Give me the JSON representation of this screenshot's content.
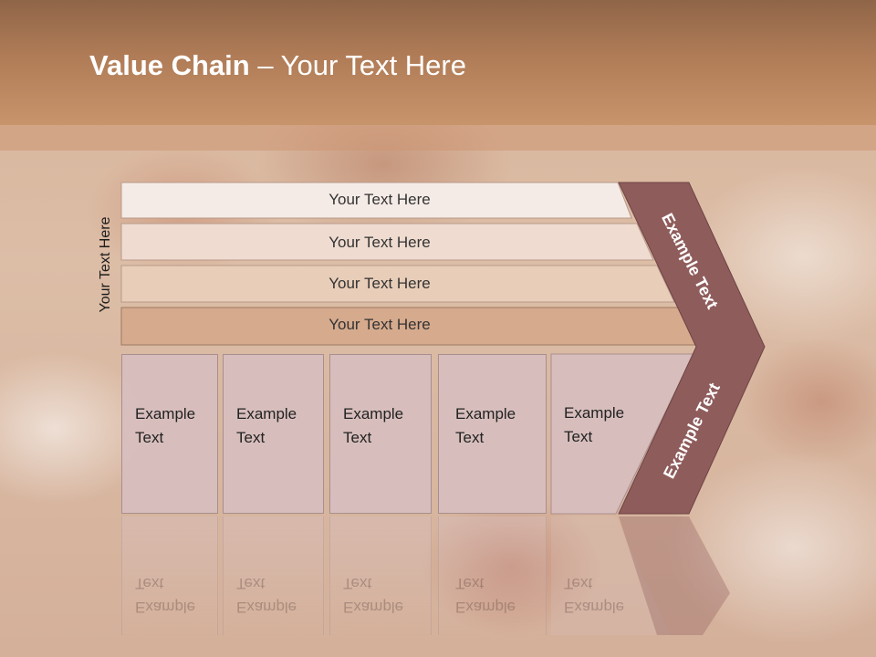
{
  "slide": {
    "title_bold": "Value Chain",
    "title_rest": " – Your Text Here",
    "vertical_label": "Your Text Here"
  },
  "support_rows": [
    {
      "label": "Your Text Here",
      "fill": "#f5ebe6"
    },
    {
      "label": "Your Text Here",
      "fill": "#efdbd0"
    },
    {
      "label": "Your Text Here",
      "fill": "#e8cdb8"
    },
    {
      "label": "Your Text Here",
      "fill": "#d6aa8d"
    }
  ],
  "primary_cells": [
    {
      "line1": "Example",
      "line2": "Text"
    },
    {
      "line1": "Example",
      "line2": "Text"
    },
    {
      "line1": "Example",
      "line2": "Text"
    },
    {
      "line1": "Example",
      "line2": "Text"
    },
    {
      "line1": "Example",
      "line2": "Text"
    }
  ],
  "arrow": {
    "upper_label": "Example Text",
    "lower_label": "Example Text",
    "color": "#8f5c5c"
  },
  "colors": {
    "header": "#b07c57",
    "cell_fill": "#d7bebe",
    "cell_border": "#a88e8e"
  }
}
